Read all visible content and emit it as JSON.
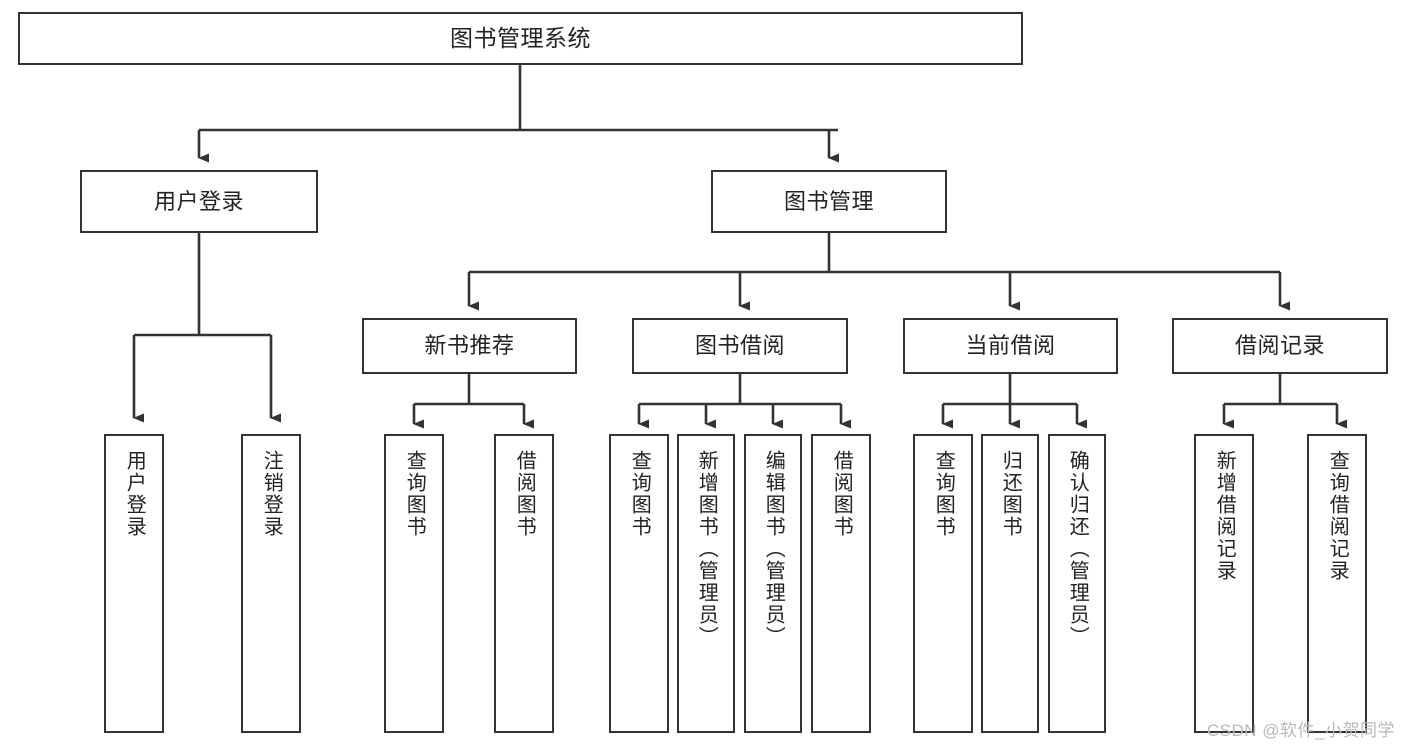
{
  "diagram": {
    "type": "org-tree",
    "title": "图书管理系统",
    "stroke_color": "#333333",
    "background_color": "#ffffff",
    "text_color": "#222222",
    "watermark": "CSDN @软件_小贺同学",
    "nodes": {
      "root": {
        "label": "图书管理系统"
      },
      "level1": [
        {
          "id": "user-login",
          "label": "用户登录"
        },
        {
          "id": "book-manage",
          "label": "图书管理"
        }
      ],
      "level2": [
        {
          "id": "new-book-recommend",
          "label": "新书推荐"
        },
        {
          "id": "book-borrow",
          "label": "图书借阅"
        },
        {
          "id": "current-borrow",
          "label": "当前借阅"
        },
        {
          "id": "borrow-record",
          "label": "借阅记录"
        }
      ],
      "leaves": {
        "user_login": [
          {
            "id": "leaf-user-login",
            "label": "用户登录"
          },
          {
            "id": "leaf-logout-login",
            "label": "注销登录"
          }
        ],
        "new_book_recommend": [
          {
            "id": "leaf-query-book-1",
            "label": "查询图书"
          },
          {
            "id": "leaf-borrow-book-1",
            "label": "借阅图书"
          }
        ],
        "book_borrow": [
          {
            "id": "leaf-query-book-2",
            "label": "查询图书"
          },
          {
            "id": "leaf-add-book",
            "label": "新增图书（管理员）"
          },
          {
            "id": "leaf-edit-book",
            "label": "编辑图书（管理员）"
          },
          {
            "id": "leaf-borrow-book-2",
            "label": "借阅图书"
          }
        ],
        "current_borrow": [
          {
            "id": "leaf-query-book-3",
            "label": "查询图书"
          },
          {
            "id": "leaf-return-book",
            "label": "归还图书"
          },
          {
            "id": "leaf-confirm-return",
            "label": "确认归还（管理员）"
          }
        ],
        "borrow_record": [
          {
            "id": "leaf-add-record",
            "label": "新增借阅记录"
          },
          {
            "id": "leaf-query-record",
            "label": "查询借阅记录"
          }
        ]
      }
    }
  }
}
